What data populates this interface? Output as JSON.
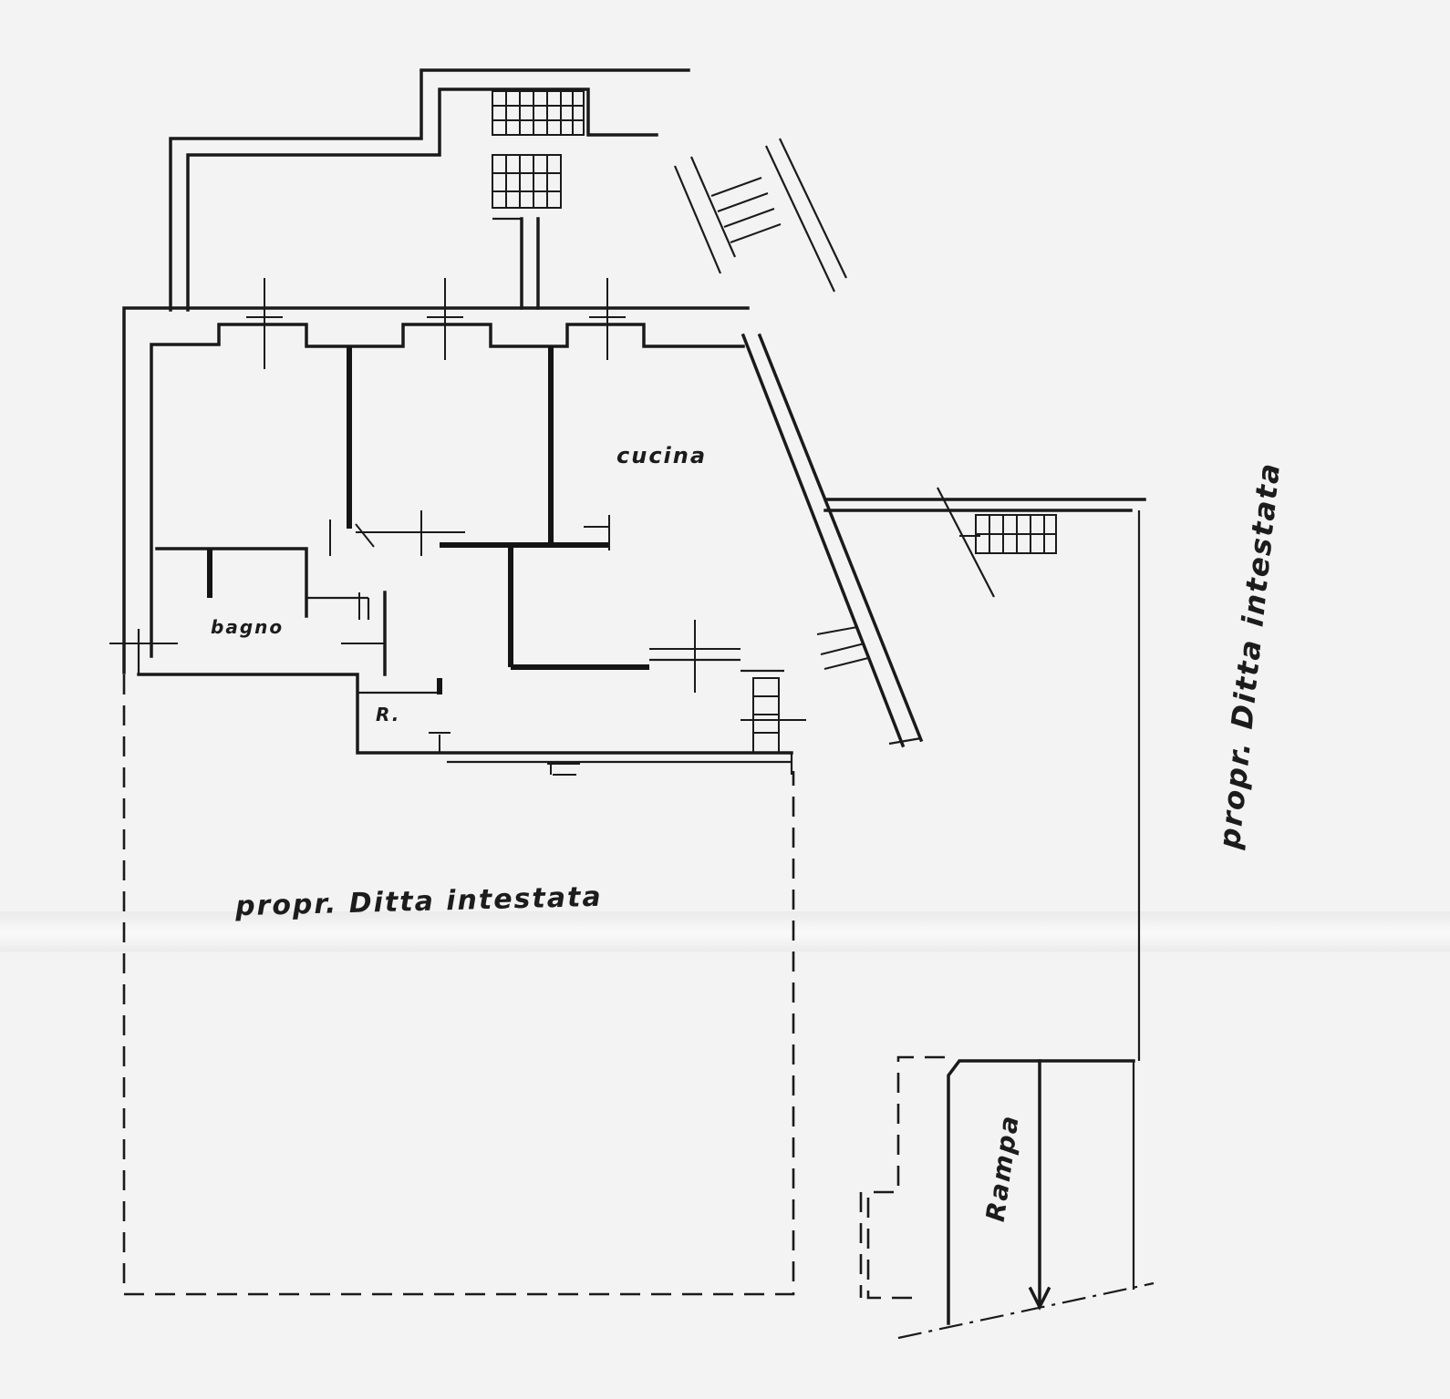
{
  "rooms": {
    "kitchen": "cucina",
    "bathroom": "bagno",
    "closet": "R."
  },
  "property_labels": {
    "bottom": "propr. Ditta intestata",
    "right": "propr. Ditta intestata"
  },
  "ramp_label": "Rampa",
  "colors": {
    "paper": "#f3f3f3",
    "ink": "#1a1a1a"
  }
}
